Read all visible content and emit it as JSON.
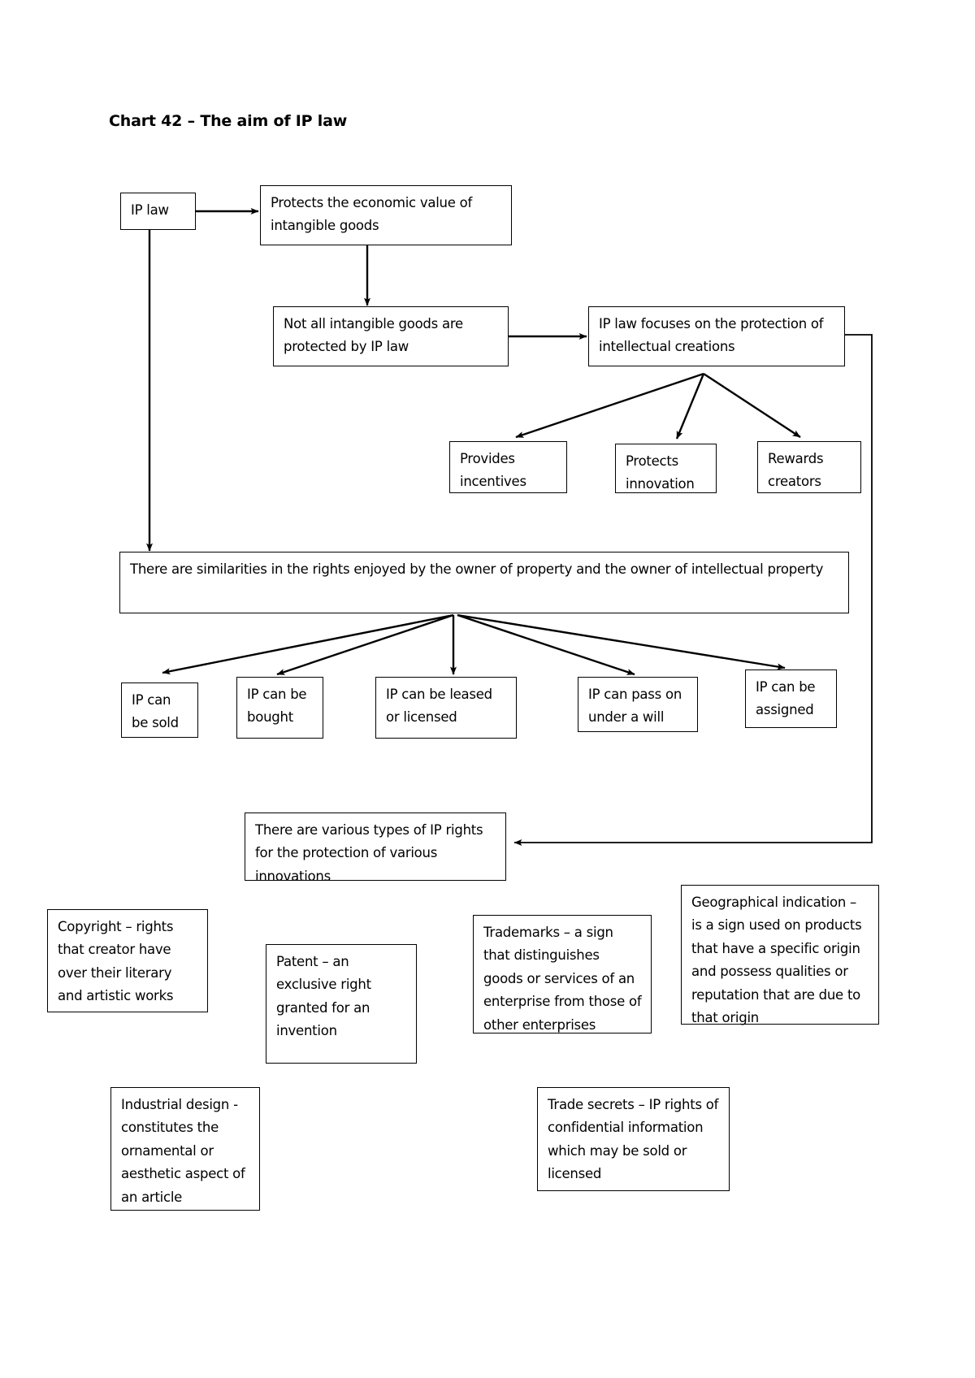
{
  "title": "Chart 42 – The aim of IP law",
  "diagram": {
    "type": "flowchart",
    "nodes": {
      "ip_law": "IP law",
      "protects_value": "Protects the economic value of intangible goods",
      "not_all": "Not all intangible goods are protected by IP law",
      "focuses": "IP law focuses on the protection of intellectual creations",
      "incentives": "Provides incentives",
      "protects_innovation": "Protects innovation",
      "rewards": "Rewards creators",
      "similarities": "There are similarities in the rights enjoyed by the owner of property and the owner of intellectual property",
      "sold": "IP can be sold",
      "bought": "IP can be bought",
      "leased": "IP can be leased or licensed",
      "will": "IP can pass on under a will",
      "assigned": "IP can be assigned",
      "various_types": "There are various types of IP rights for the protection of various innovations",
      "copyright": "Copyright – rights that creator have over their literary and artistic works",
      "patent": "Patent – an exclusive right granted for an invention",
      "trademarks": "Trademarks – a sign that distinguishes goods or services of an enterprise from those of other enterprises",
      "geographical": "Geographical indication – is a sign used on products that have a specific origin and possess qualities or reputation that are due to that origin",
      "industrial_design": "Industrial design - constitutes the ornamental or aesthetic aspect of an article",
      "trade_secrets": "Trade secrets – IP rights of confidential information which may be sold or licensed"
    },
    "edges": [
      {
        "from": "ip_law",
        "to": "protects_value"
      },
      {
        "from": "ip_law",
        "to": "similarities"
      },
      {
        "from": "protects_value",
        "to": "not_all"
      },
      {
        "from": "not_all",
        "to": "focuses"
      },
      {
        "from": "focuses",
        "to": "incentives"
      },
      {
        "from": "focuses",
        "to": "protects_innovation"
      },
      {
        "from": "focuses",
        "to": "rewards"
      },
      {
        "from": "focuses",
        "to": "various_types"
      },
      {
        "from": "similarities",
        "to": "sold"
      },
      {
        "from": "similarities",
        "to": "bought"
      },
      {
        "from": "similarities",
        "to": "leased"
      },
      {
        "from": "similarities",
        "to": "will"
      },
      {
        "from": "similarities",
        "to": "assigned"
      }
    ],
    "colors": {
      "stroke": "#000000",
      "fill": "#ffffff",
      "text": "#000000"
    }
  }
}
